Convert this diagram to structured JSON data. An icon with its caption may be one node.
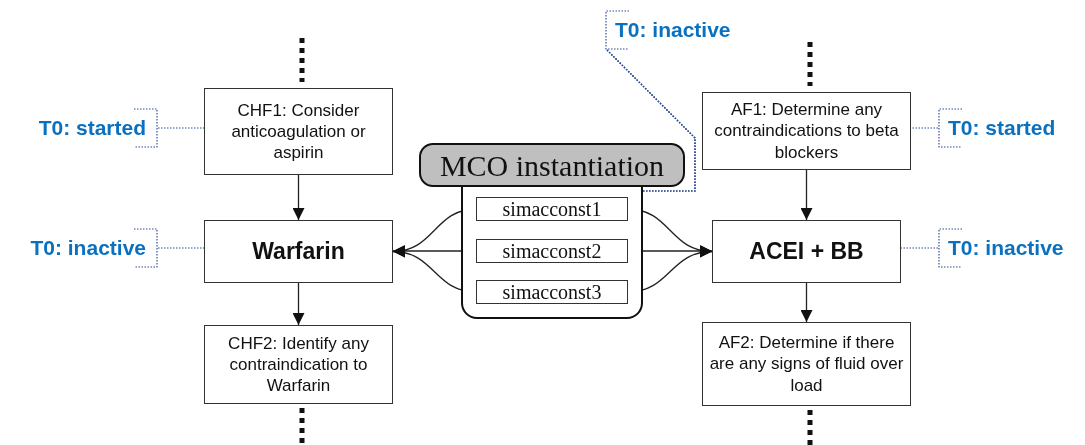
{
  "diagram": {
    "nodes": [
      {
        "text": [
          "CHF1: Consider anticoagulation or aspirin"
        ]
      },
      {
        "text": [
          "Warfarin"
        ]
      },
      {
        "text": [
          "CHF2: Identify any contraindication to Warfarin"
        ]
      },
      {
        "text": [
          "AF1: Determine any contraindications to beta blockers"
        ]
      },
      {
        "text": [
          "ACEI + BB"
        ]
      },
      {
        "text": [
          "AF2: Determine if there are any signs of fluid over load"
        ]
      },
      {
        "text": [
          "MCO instantiation"
        ]
      },
      {
        "text": [
          "simacconst1"
        ],
        "in": 6
      },
      {
        "text": [
          "simacconst2"
        ],
        "in": 6
      },
      {
        "text": [
          "simacconst3"
        ],
        "in": 6
      },
      {
        "text": [
          "T0: inactive"
        ]
      },
      {
        "text": [
          "T0: started"
        ]
      },
      {
        "text": [
          "T0: started"
        ]
      },
      {
        "text": [
          "T0: inactive"
        ]
      },
      {
        "text": [
          "T0: inactive"
        ]
      }
    ],
    "edges": [
      {
        "from": 0,
        "to": 1,
        "arrow": "to"
      },
      {
        "from": 1,
        "to": 2,
        "arrow": "to"
      },
      {
        "from": 3,
        "to": 4,
        "arrow": "to"
      },
      {
        "from": 4,
        "to": 5,
        "arrow": "to"
      },
      {
        "from": 7,
        "to": 1,
        "arrow": "to"
      },
      {
        "from": 8,
        "to": 1,
        "arrow": "to"
      },
      {
        "from": 9,
        "to": 1,
        "arrow": "to"
      },
      {
        "from": 7,
        "to": 4,
        "arrow": "to"
      },
      {
        "from": 8,
        "to": 4,
        "arrow": "to"
      },
      {
        "from": 9,
        "to": 4,
        "arrow": "to"
      },
      {
        "from": 11,
        "to": 0,
        "arrow": "none",
        "style": "dashed",
        "color": "#2e4f96"
      },
      {
        "from": 12,
        "to": 3,
        "arrow": "none",
        "style": "dashed",
        "color": "#2e4f96"
      },
      {
        "from": 13,
        "to": 1,
        "arrow": "none",
        "style": "dashed",
        "color": "#2e4f96"
      },
      {
        "from": 14,
        "to": 4,
        "arrow": "none",
        "style": "dashed",
        "color": "#2e4f96"
      },
      {
        "from": 10,
        "to": 7,
        "arrow": "none",
        "style": "dashed",
        "color": "#2e4f96"
      },
      {
        "from": 10,
        "to": 8,
        "arrow": "none",
        "style": "dashed",
        "color": "#2e4f96"
      },
      {
        "from": 10,
        "to": 9,
        "arrow": "none",
        "style": "dashed",
        "color": "#2e4f96"
      }
    ]
  }
}
